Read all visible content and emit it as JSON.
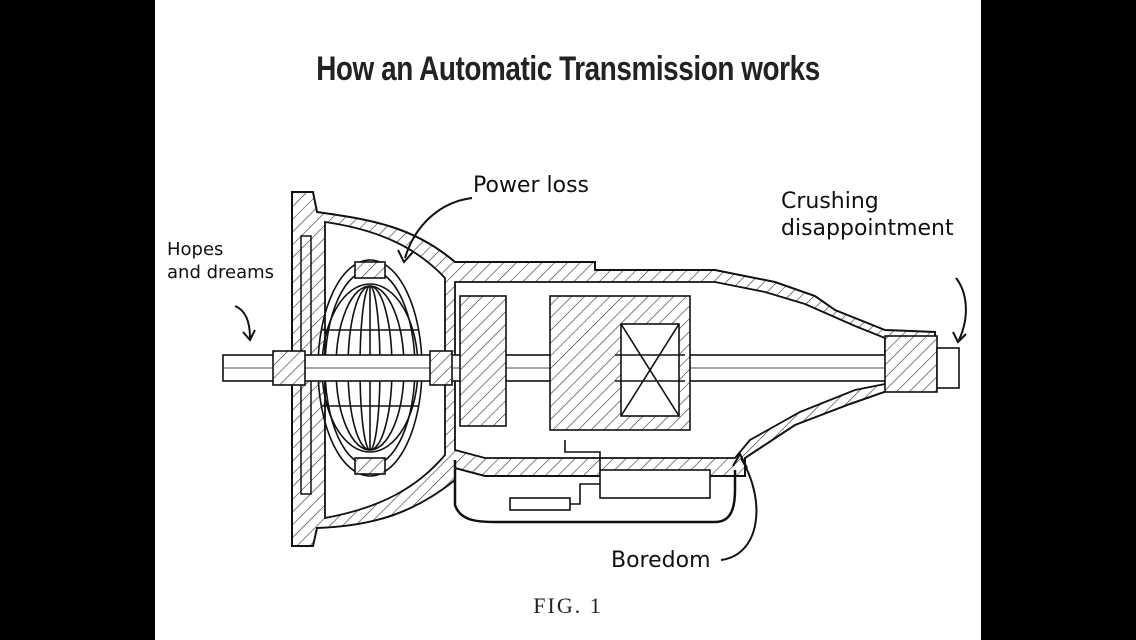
{
  "title": "How an Automatic Transmission works",
  "labels": {
    "hopes_line1": "Hopes",
    "hopes_line2": "and dreams",
    "power_loss": "Power loss",
    "crushing_line1": "Crushing",
    "crushing_line2": "disappointment",
    "boredom": "Boredom"
  },
  "figure_caption": "FIG. 1"
}
